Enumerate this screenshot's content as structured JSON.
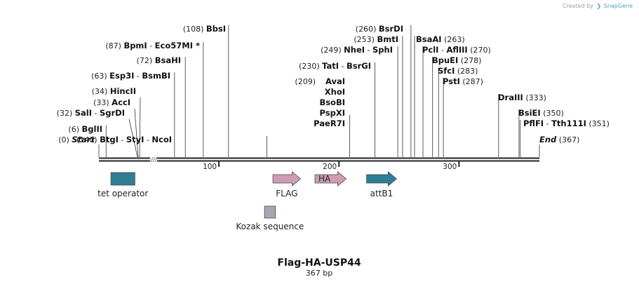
{
  "watermark": {
    "prefix": "Created by",
    "brand": "SnapGene"
  },
  "sequence": {
    "name": "Flag-HA-USP44",
    "length_label": "367 bp",
    "length": 367
  },
  "ticks": [
    {
      "pos": 100,
      "label": "100"
    },
    {
      "pos": 200,
      "label": "200"
    },
    {
      "pos": 300,
      "label": "300"
    }
  ],
  "sites": [
    {
      "id": "start",
      "pos": 0,
      "pos_label": "(0)",
      "names": [
        "Start"
      ],
      "italic": true
    },
    {
      "id": "bglii",
      "pos": 6,
      "pos_label": "(6)",
      "names": [
        "BglII"
      ]
    },
    {
      "id": "sali",
      "pos": 32,
      "pos_label": "(32)",
      "names": [
        "SalI",
        "SgrDI"
      ]
    },
    {
      "id": "acci",
      "pos": 33,
      "pos_label": "(33)",
      "names": [
        "AccI"
      ]
    },
    {
      "id": "hincii",
      "pos": 34,
      "pos_label": "(34)",
      "names": [
        "HincII"
      ]
    },
    {
      "id": "esp3i",
      "pos": 63,
      "pos_label": "(63)",
      "names": [
        "Esp3I",
        "BsmBI"
      ]
    },
    {
      "id": "bsahi",
      "pos": 72,
      "pos_label": "(72)",
      "names": [
        "BsaHI"
      ]
    },
    {
      "id": "bpmi",
      "pos": 87,
      "pos_label": "(87)",
      "names": [
        "BpmI",
        "Eco57MI *"
      ]
    },
    {
      "id": "bbsi",
      "pos": 108,
      "pos_label": "(108)",
      "names": [
        "BbsI"
      ]
    },
    {
      "id": "btgi",
      "pos": 140,
      "pos_label": "(140)",
      "names": [
        "BtgI",
        "StyI",
        "NcoI"
      ]
    },
    {
      "id": "paer7i",
      "pos": 209,
      "pos_label": "(209)",
      "names": [
        "AvaI",
        "XhoI",
        "BsoBI",
        "PspXI",
        "PaeR7I"
      ]
    },
    {
      "id": "tati",
      "pos": 230,
      "pos_label": "(230)",
      "names": [
        "TatI",
        "BsrGI"
      ]
    },
    {
      "id": "nhei",
      "pos": 249,
      "pos_label": "(249)",
      "names": [
        "NheI",
        "SphI"
      ]
    },
    {
      "id": "bmti",
      "pos": 253,
      "pos_label": "(253)",
      "names": [
        "BmtI"
      ]
    },
    {
      "id": "bsrdi",
      "pos": 260,
      "pos_label": "(260)",
      "names": [
        "BsrDI"
      ]
    },
    {
      "id": "bsaai",
      "pos": 263,
      "pos_label": "(263)",
      "names": [
        "BsaAI"
      ]
    },
    {
      "id": "pcli",
      "pos": 270,
      "pos_label": "(270)",
      "names": [
        "PclI",
        "AflIII"
      ]
    },
    {
      "id": "bpuei",
      "pos": 278,
      "pos_label": "(278)",
      "names": [
        "BpuEI"
      ]
    },
    {
      "id": "sfci",
      "pos": 283,
      "pos_label": "(283)",
      "names": [
        "SfcI"
      ]
    },
    {
      "id": "psti",
      "pos": 287,
      "pos_label": "(287)",
      "names": [
        "PstI"
      ]
    },
    {
      "id": "draiii",
      "pos": 333,
      "pos_label": "(333)",
      "names": [
        "DraIII"
      ]
    },
    {
      "id": "bsiei",
      "pos": 350,
      "pos_label": "(350)",
      "names": [
        "BsiEI"
      ]
    },
    {
      "id": "pflfi",
      "pos": 351,
      "pos_label": "(351)",
      "names": [
        "PflFI",
        "Tth111I"
      ]
    },
    {
      "id": "end",
      "pos": 367,
      "pos_label": "(367)",
      "names": [
        "End"
      ],
      "italic": true
    }
  ],
  "features": [
    {
      "id": "tet-operator",
      "name": "tet operator",
      "type": "box",
      "start": 10,
      "end": 30,
      "color": "#2e7f95"
    },
    {
      "id": "flag",
      "name": "FLAG",
      "type": "arrow",
      "start": 145,
      "end": 168,
      "color": "#cf9db3"
    },
    {
      "id": "ha",
      "name": "HA",
      "inner_label": true,
      "type": "arrow",
      "start": 180,
      "end": 206,
      "color": "#cf9db3"
    },
    {
      "id": "attb1",
      "name": "attB1",
      "type": "arrow",
      "start": 223,
      "end": 248,
      "color": "#2e7f95"
    },
    {
      "id": "kozak",
      "name": "Kozak sequence",
      "type": "box",
      "row": 2,
      "start": 138,
      "end": 147,
      "color": "#a4a8b3"
    }
  ],
  "colors": {
    "backbone": "#222222",
    "watermark": "#9aa0a6",
    "brand": "#4aa3c8"
  }
}
